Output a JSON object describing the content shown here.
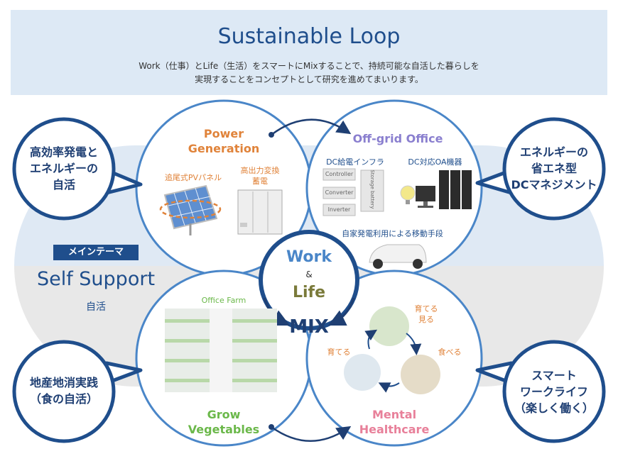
{
  "header": {
    "title": "Sustainable Loop",
    "desc_line1": "Work（仕事）とLife（生活）をスマートにMixすることで、持続可能な自活した暮らしを",
    "desc_line2": "実現することをコンセプトとして研究を進めてまいります。"
  },
  "main_theme": {
    "badge": "メインテーマ",
    "title": "Self Support",
    "subtitle": "自活"
  },
  "center": {
    "work": "Work",
    "amp": "&",
    "life": "Life",
    "mix": "MIX"
  },
  "power": {
    "title_line1": "Power",
    "title_line2": "Generation",
    "label_panel": "追尾式PVパネル",
    "label_storage_line1": "高出力変換",
    "label_storage_line2": "蓄電"
  },
  "office": {
    "title": "Off-grid Office",
    "label_infra": "DC給電インフラ",
    "label_oa": "DC対応OA機器",
    "label_mobility": "自家発電利用による移動手段",
    "box_controller": "Controller",
    "box_converter": "Converter",
    "box_inverter": "Inverter",
    "box_storage": "Storage battery"
  },
  "grow": {
    "label_farm": "Office Farm",
    "title_line1": "Grow",
    "title_line2": "Vegetables"
  },
  "mental": {
    "label_grow_see_line1": "育てる",
    "label_grow_see_line2": "見る",
    "label_grow": "育てる",
    "label_eat": "食べる",
    "title_line1": "Mental",
    "title_line2": "Healthcare"
  },
  "bubbles": {
    "top_left": [
      "高効率発電と",
      "エネルギーの",
      "自活"
    ],
    "top_right": [
      "エネルギーの",
      "省エネ型",
      "DCマネジメント"
    ],
    "bottom_left": [
      "地産地消実践",
      "（食の自活）"
    ],
    "bottom_right": [
      "スマート",
      "ワークライフ",
      "（楽しく働く）"
    ]
  },
  "colors": {
    "primary": "#1f4e8c",
    "circle_stroke": "#4a86c8",
    "power": "#e0833a",
    "office": "#8a7fcf",
    "grow": "#6bb84a",
    "mental": "#e8809a"
  }
}
